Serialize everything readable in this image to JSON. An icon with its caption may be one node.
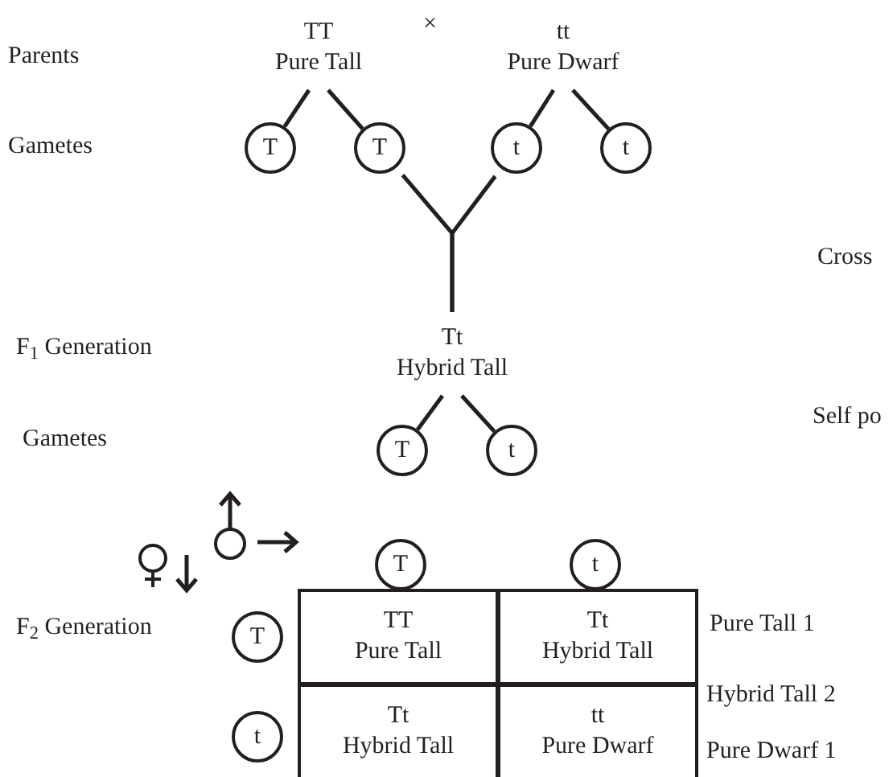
{
  "diagram": {
    "nodes": [
      {
        "text": [
          "TT",
          "Pure Tall"
        ]
      },
      {
        "text": [
          "tt",
          "Pure Dwarf"
        ]
      },
      {
        "text": [
          "T"
        ]
      },
      {
        "text": [
          "T"
        ]
      },
      {
        "text": [
          "t"
        ]
      },
      {
        "text": [
          "t"
        ]
      },
      {
        "text": [
          "Tt",
          "Hybrid Tall"
        ]
      },
      {
        "text": [
          "T"
        ]
      },
      {
        "text": [
          "t"
        ]
      },
      {
        "text": [
          "T"
        ]
      },
      {
        "text": [
          "t"
        ]
      },
      {
        "text": [
          "T"
        ]
      },
      {
        "text": [
          "t"
        ]
      },
      {
        "text": [
          "TT",
          "Pure Tall"
        ]
      },
      {
        "text": [
          "Tt",
          "Hybrid Tall"
        ]
      },
      {
        "text": [
          "Tt",
          "Hybrid Tall"
        ]
      },
      {
        "text": [
          "tt",
          "Pure Dwarf"
        ]
      }
    ],
    "edges": [
      {
        "from": 0,
        "to": 2,
        "arrow": "none"
      },
      {
        "from": 0,
        "to": 3,
        "arrow": "none"
      },
      {
        "from": 1,
        "to": 4,
        "arrow": "none"
      },
      {
        "from": 1,
        "to": 5,
        "arrow": "none"
      },
      {
        "from": 3,
        "to": 6,
        "arrow": "none"
      },
      {
        "from": 4,
        "to": 6,
        "arrow": "none"
      },
      {
        "from": 6,
        "to": 7,
        "arrow": "none"
      },
      {
        "from": 6,
        "to": 8,
        "arrow": "none"
      }
    ],
    "labels": [
      "Parents",
      "×",
      "Gametes",
      "Cross",
      "F$_{1}$ Generation",
      "Self po",
      "Gametes",
      "F$_{2}$ Generation",
      "Pure Tall 1",
      "Hybrid Tall 2",
      "Pure Dwarf 1"
    ]
  }
}
